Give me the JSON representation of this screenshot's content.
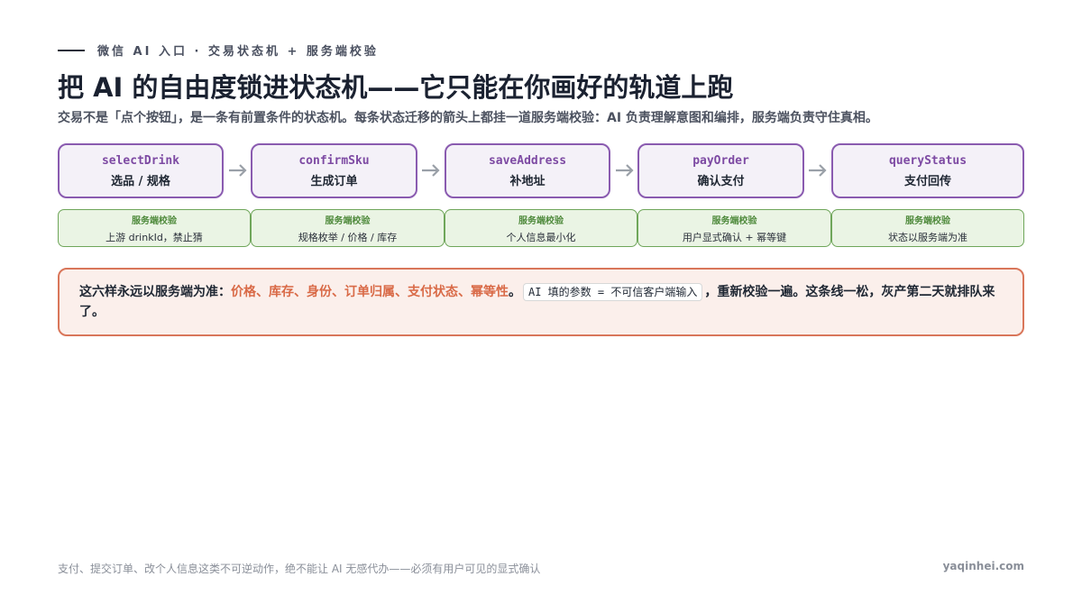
{
  "kicker": "微信 AI 入口 · 交易状态机 + 服务端校验",
  "title": "把 AI 的自由度锁进状态机——它只能在你画好的轨道上跑",
  "subtitle": "交易不是「点个按钮」，是一条有前置条件的状态机。每条状态迁移的箭头上都挂一道服务端校验：AI 负责理解意图和编排，服务端负责守住真相。",
  "steps": [
    {
      "code": "selectDrink",
      "label": "选品 / 规格"
    },
    {
      "code": "confirmSku",
      "label": "生成订单"
    },
    {
      "code": "saveAddress",
      "label": "补地址"
    },
    {
      "code": "payOrder",
      "label": "确认支付"
    },
    {
      "code": "queryStatus",
      "label": "支付回传"
    }
  ],
  "checks": [
    {
      "title": "服务端校验",
      "desc": "上游 drinkId，禁止猜"
    },
    {
      "title": "服务端校验",
      "desc": "规格枚举 / 价格 / 库存"
    },
    {
      "title": "服务端校验",
      "desc": "个人信息最小化"
    },
    {
      "title": "服务端校验",
      "desc": "用户显式确认 + 幂等键"
    },
    {
      "title": "服务端校验",
      "desc": "状态以服务端为准"
    }
  ],
  "callout": {
    "lead": "这六样永远以服务端为准：",
    "highlight": "价格、库存、身份、订单归属、支付状态、幂等性",
    "period": "。",
    "chip": "AI 填的参数 = 不可信客户端输入",
    "tail": "，重新校验一遍。这条线一松，灰产第二天就排队来了。"
  },
  "footer": {
    "note": "支付、提交订单、改个人信息这类不可逆动作，绝不能让 AI 无感代办——必须有用户可见的显式确认",
    "site": "yaqinhei.com"
  },
  "colors": {
    "step_border": "#8a5bb0",
    "step_code": "#7d4aa3",
    "check_border": "#6fa65a",
    "check_title": "#4f8a3c",
    "callout_border": "#d9765a",
    "highlight": "#d96a47"
  }
}
